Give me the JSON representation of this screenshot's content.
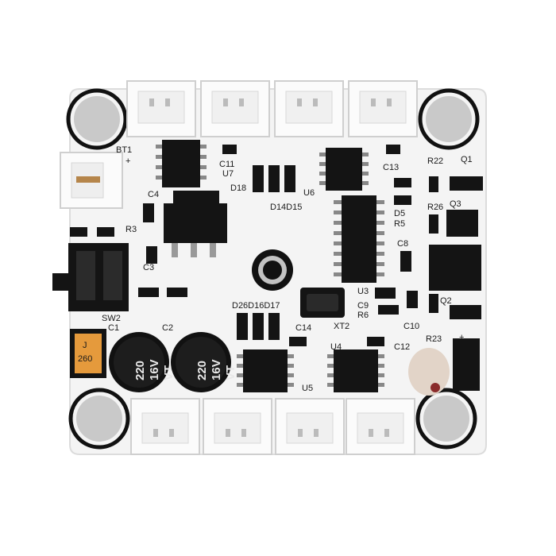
{
  "colors": {
    "board": "#f4f4f4",
    "ic": "#141414",
    "connector": "#fbfbfb",
    "background": "#ffffff"
  },
  "silkscreen": {
    "bt1": "BT1",
    "c11": "C11",
    "u7": "U7",
    "d18": "D18",
    "d14d15": "D14D15",
    "u6": "U6",
    "c13": "C13",
    "r22": "R22",
    "q1": "Q1",
    "c4": "C4",
    "d5": "D5",
    "r5": "R5",
    "r26": "R26",
    "q3": "Q3",
    "r3": "R3",
    "c8": "C8",
    "c3": "C3",
    "u3": "U3",
    "d26d16d17": "D26D16D17",
    "c9": "C9",
    "r6": "R6",
    "c10": "C10",
    "q2": "Q2",
    "sw2": "SW2",
    "c1": "C1",
    "c2": "C2",
    "xt2": "XT2",
    "c14": "C14",
    "r23": "R23",
    "u4": "U4",
    "c12": "C12",
    "u5": "U5",
    "inductor": "260",
    "inductor_j": "J",
    "cap1_value": "220",
    "cap1_rating": "16V",
    "cap1_series": "VT",
    "cap2_value": "220",
    "cap2_rating": "16V",
    "cap2_series": "VT",
    "plus": "+"
  }
}
